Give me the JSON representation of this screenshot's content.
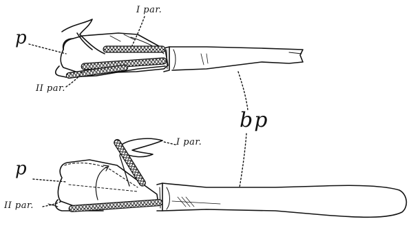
{
  "figure": {
    "upper": {
      "label_p": "p",
      "label_I_par": "I par.",
      "label_II_par": "II par."
    },
    "lower": {
      "label_p": "p",
      "label_I_par": "I par.",
      "label_II_par": "II par."
    },
    "label_bp": "bp"
  },
  "colors": {
    "ink": "#111111",
    "background": "#ffffff"
  }
}
